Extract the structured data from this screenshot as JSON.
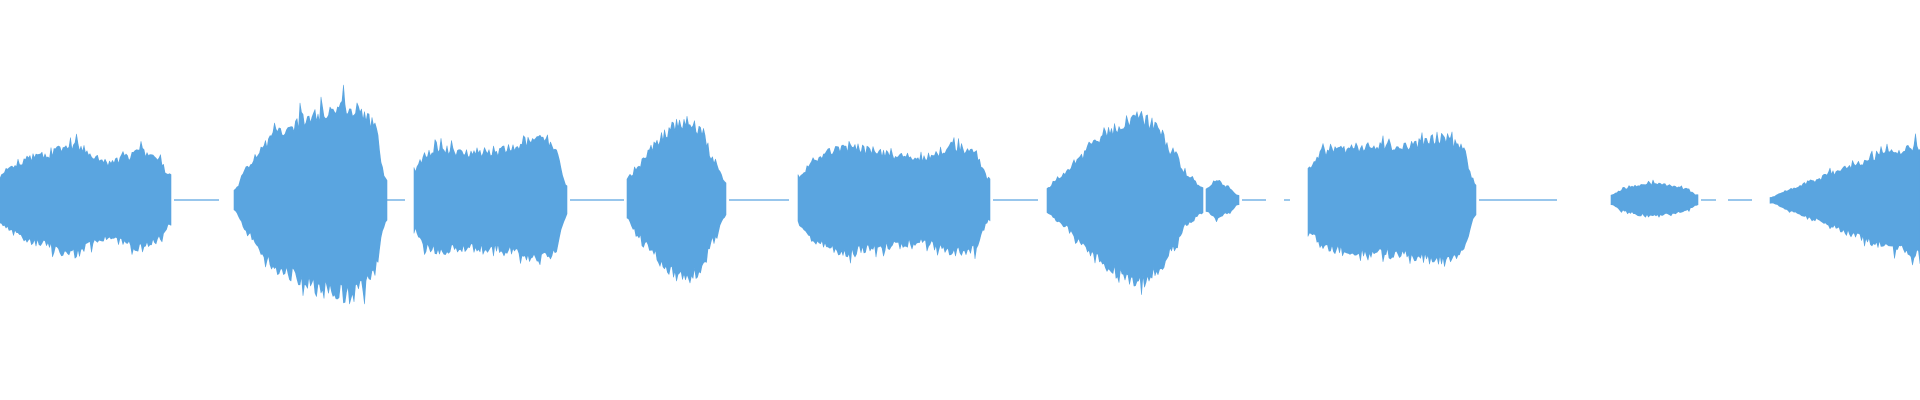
{
  "waveform": {
    "color": "#5aa5e0",
    "background": "#ffffff",
    "duration_s": 64,
    "segments": [
      {
        "start_s": 0.0,
        "end_s": 5.7,
        "peak": 0.33,
        "shape": [
          0.4,
          0.55,
          0.7,
          0.75,
          0.85,
          0.9,
          0.7,
          0.6,
          0.7,
          0.8,
          0.7,
          0.4
        ]
      },
      {
        "start_s": 7.8,
        "end_s": 12.9,
        "peak": 0.52,
        "shape": [
          0.1,
          0.35,
          0.55,
          0.7,
          0.78,
          0.85,
          0.9,
          0.95,
          1.0,
          0.95,
          0.8,
          0.2
        ]
      },
      {
        "start_s": 13.8,
        "end_s": 18.9,
        "peak": 0.33,
        "shape": [
          0.5,
          0.8,
          0.85,
          0.8,
          0.8,
          0.8,
          0.8,
          0.85,
          0.95,
          1.0,
          0.9,
          0.25
        ]
      },
      {
        "start_s": 20.9,
        "end_s": 24.2,
        "peak": 0.44,
        "shape": [
          0.25,
          0.45,
          0.65,
          0.8,
          0.95,
          1.0,
          0.85,
          0.5,
          0.2
        ]
      },
      {
        "start_s": 26.6,
        "end_s": 33.0,
        "peak": 0.32,
        "shape": [
          0.4,
          0.7,
          0.85,
          0.9,
          0.85,
          0.8,
          0.75,
          0.7,
          0.8,
          0.9,
          0.85,
          0.35
        ]
      },
      {
        "start_s": 34.9,
        "end_s": 40.1,
        "peak": 0.45,
        "shape": [
          0.15,
          0.3,
          0.5,
          0.7,
          0.85,
          0.95,
          1.0,
          0.9,
          0.6,
          0.3,
          0.15
        ]
      },
      {
        "start_s": 40.2,
        "end_s": 41.3,
        "peak": 0.12,
        "shape": [
          0.5,
          0.9,
          0.6,
          0.2
        ]
      },
      {
        "start_s": 43.6,
        "end_s": 49.2,
        "peak": 0.34,
        "shape": [
          0.5,
          0.75,
          0.8,
          0.82,
          0.85,
          0.85,
          0.88,
          0.9,
          0.95,
          1.0,
          0.85,
          0.25
        ]
      },
      {
        "start_s": 53.7,
        "end_s": 56.6,
        "peak": 0.09,
        "shape": [
          0.3,
          0.7,
          0.9,
          1.0,
          0.9,
          0.7,
          0.3
        ]
      },
      {
        "start_s": 59.0,
        "end_s": 64.0,
        "peak": 0.3,
        "shape": [
          0.05,
          0.2,
          0.35,
          0.5,
          0.65,
          0.8,
          0.9,
          1.0
        ]
      }
    ],
    "baseline_dashes": [
      {
        "start_s": 5.8,
        "end_s": 7.3
      },
      {
        "start_s": 12.9,
        "end_s": 13.5
      },
      {
        "start_s": 19.0,
        "end_s": 20.8
      },
      {
        "start_s": 24.3,
        "end_s": 26.3
      },
      {
        "start_s": 33.1,
        "end_s": 34.6
      },
      {
        "start_s": 41.4,
        "end_s": 42.2
      },
      {
        "start_s": 42.8,
        "end_s": 43.0
      },
      {
        "start_s": 49.3,
        "end_s": 51.9
      },
      {
        "start_s": 56.7,
        "end_s": 57.2
      },
      {
        "start_s": 57.6,
        "end_s": 58.4
      }
    ]
  }
}
